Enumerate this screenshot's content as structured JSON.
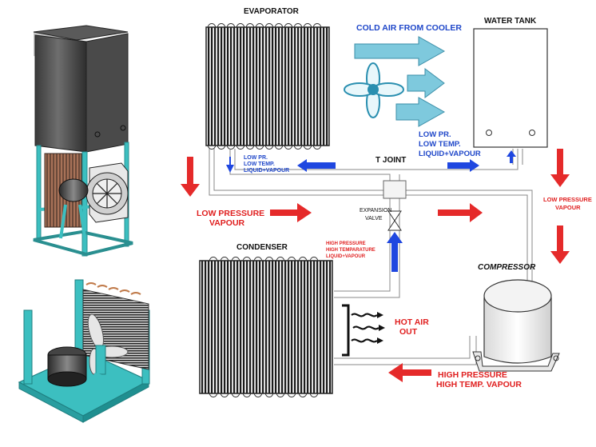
{
  "labels": {
    "evaporator": "EVAPORATOR",
    "water_tank": "WATER TANK",
    "cold_air": "COLD AIR FROM COOLER",
    "condenser": "CONDENSER",
    "compressor": "COMPRESSOR",
    "t_joint": "T JOINT",
    "expansion_valve_1": "EXPANSION",
    "expansion_valve_2": "VALVE",
    "evap_state_1": "LOW PR.",
    "evap_state_2": "LOW TEMP.",
    "evap_state_3": "LIQUID+VAPOUR",
    "tank_state_1": "LOW PR.",
    "tank_state_2": "LOW TEMP.",
    "tank_state_3": "LIQUID+VAPOUR",
    "low_pressure_vapour_1": "LOW PRESSURE",
    "low_pressure_vapour_2": "VAPOUR",
    "right_low_pressure_1": "LOW PRESSURE",
    "right_low_pressure_2": "VAPOUR",
    "hp_1": "HIGH PRESSURE",
    "hp_2": "HIGH TEMPARATURE",
    "hp_3": "LIQUID+VAPOUR",
    "hot_air_1": "HOT AIR",
    "hot_air_2": "OUT",
    "bottom_hp_1": "HIGH PRESSURE",
    "bottom_hp_2": "HIGH TEMP. VAPOUR"
  },
  "colors": {
    "label_blue": "#1f47c9",
    "label_red": "#e02020",
    "cold_arrow": "#6fbfd4",
    "flow_blue": "#1f47e0",
    "flow_red": "#e52a2a",
    "frame_teal": "#3cbfc0",
    "coil_dark": "#2a2a2a",
    "pipe": "#f4f4f4"
  }
}
